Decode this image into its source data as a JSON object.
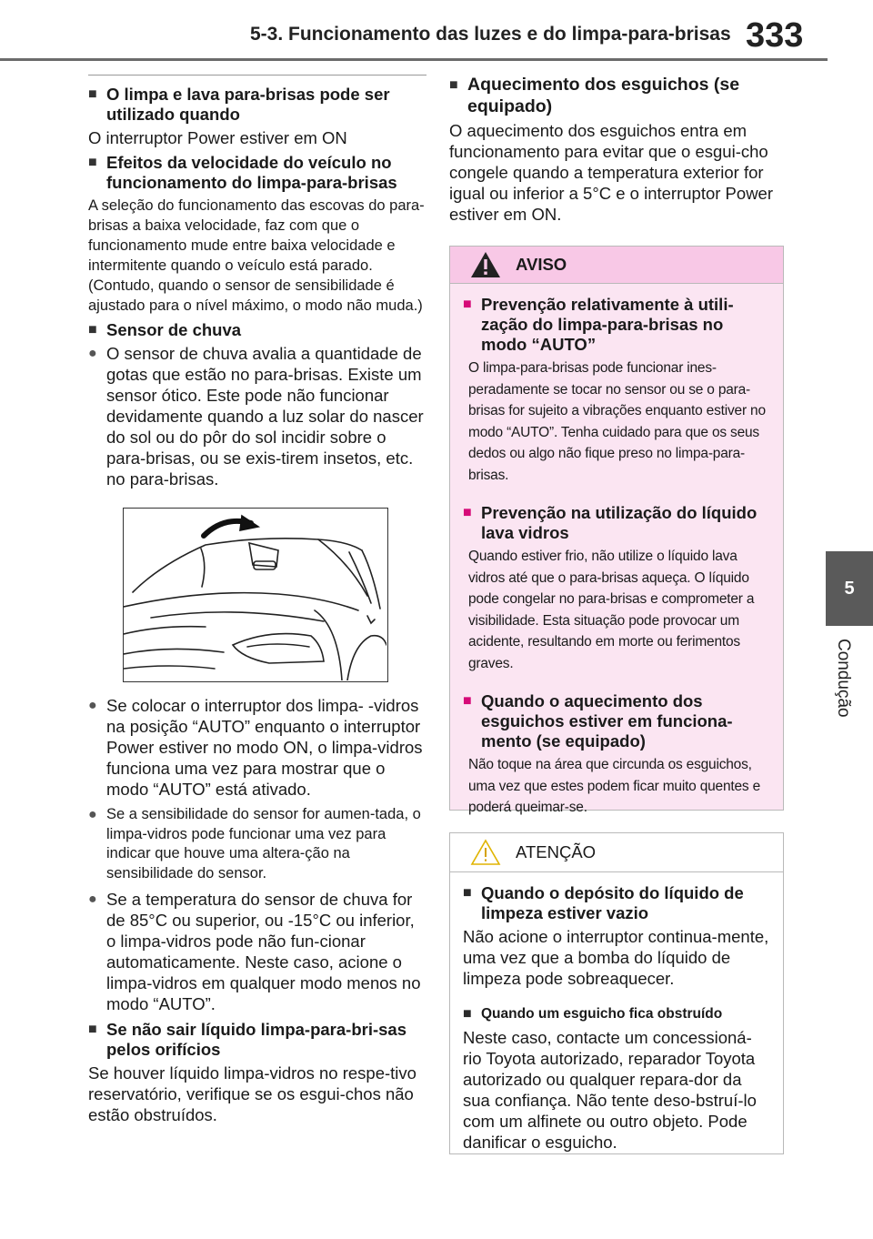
{
  "header": {
    "title": "5-3. Funcionamento das luzes e do limpa-para-brisas",
    "page_number": "333"
  },
  "side_tab": {
    "number": "5",
    "label": "Condução"
  },
  "left": {
    "s1_heading": "O limpa e lava para-brisas pode ser utilizado quando",
    "s1_text": "O interruptor Power estiver em ON",
    "s2_heading": "Efeitos da velocidade do veículo no funcionamento do limpa-para-brisas",
    "s2_text": "A seleção do funcionamento das escovas do para-brisas a baixa velocidade, faz com que o funcionamento mude entre baixa velocidade e intermitente quando o veículo está parado. (Contudo, quando o sensor de sensibilidade é ajustado para o nível máximo, o modo não muda.)",
    "s3_heading": "Sensor de chuva",
    "b1": "O sensor de chuva avalia a quantidade de gotas que estão no para-brisas. Existe um sensor ótico. Este pode não funcionar devidamente quando a luz solar do nascer do sol ou do pôr do sol incidir sobre o para-brisas, ou se exis-tirem insetos, etc. no para-brisas.",
    "b2": "Se colocar o interruptor dos limpa- -vidros na posição “AUTO” enquanto o interruptor Power estiver no modo ON, o limpa-vidros funciona uma vez para mostrar que o modo “AUTO” está ativado.",
    "b3": "Se a sensibilidade do sensor for aumen-tada, o limpa-vidros pode funcionar uma vez para indicar que houve uma altera-ção na sensibilidade do sensor.",
    "b4": "Se a temperatura do sensor de chuva for de 85°C ou superior, ou -15°C ou inferior, o limpa-vidros pode não fun-cionar automaticamente. Neste caso, acione o limpa-vidros em qualquer modo menos no modo “AUTO”.",
    "s4_heading": "Se não sair líquido limpa-para-bri-sas pelos orifícios",
    "s4_text": "Se houver líquido limpa-vidros no respe-tivo reservatório, verifique se os esgui-chos não estão obstruídos."
  },
  "right": {
    "s1_heading": "Aquecimento dos esguichos (se equipado)",
    "s1_text": "O aquecimento dos esguichos entra em funcionamento para evitar que o esgui-cho congele quando a temperatura exterior for igual ou inferior a 5°C e o interruptor Power estiver em ON."
  },
  "warning_box": {
    "label": "AVISO",
    "h1": "Prevenção relativamente à utili-zação do limpa-para-brisas no modo “AUTO”",
    "t1": "O limpa-para-brisas pode funcionar ines-peradamente se tocar no sensor ou se o para-brisas for sujeito a vibrações enquanto estiver no modo “AUTO”. Tenha cuidado para que os seus dedos ou algo não fique preso no limpa-para-brisas.",
    "h2": "Prevenção na utilização do líquido lava vidros",
    "t2": "Quando estiver frio, não utilize o líquido lava vidros até que o para-brisas aqueça. O líquido pode congelar no para-brisas e comprometer a visibilidade. Esta situação pode provocar um acidente, resultando em morte ou ferimentos graves.",
    "h3": "Quando o aquecimento dos esguichos estiver em funciona-mento (se equipado)",
    "t3": "Não toque na área que circunda os esguichos, uma vez que estes podem ficar muito quentes e poderá queimar-se."
  },
  "caution_box": {
    "label": "ATENÇÃO",
    "h1": "Quando o depósito do líquido de limpeza estiver vazio",
    "t1": "Não acione o interruptor continua-mente, uma vez que a bomba do líquido de limpeza pode sobreaquecer.",
    "h2": "Quando um esguicho fica obstruído",
    "t2": "Neste caso, contacte um concessioná-rio Toyota autorizado, reparador Toyota autorizado ou qualquer repara-dor da sua confiança. Não tente deso-bstruí-lo com um alfinete ou outro objeto. Pode danificar o esguicho."
  },
  "icons": {
    "warning": "warning-triangle-icon",
    "caution": "caution-triangle-icon"
  },
  "colors": {
    "warning_header": "#f8c8e6",
    "warning_body": "#fbe5f2",
    "accent_square": "#d60a78",
    "side_tab": "#5a5a5a"
  }
}
